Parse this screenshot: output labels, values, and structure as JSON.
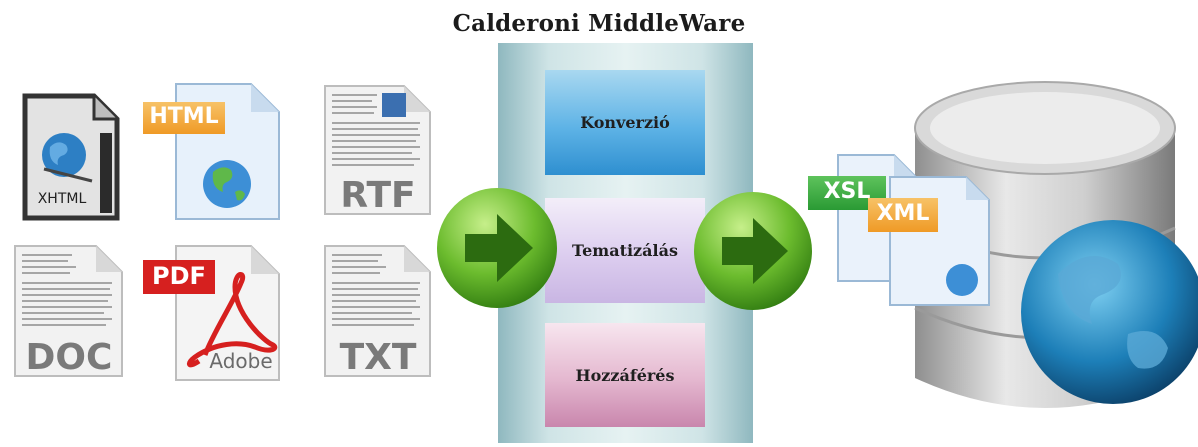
{
  "title": "Calderoni MiddleWare",
  "input_docs": [
    {
      "label": "XHTML",
      "icon": "xhtml-file-icon"
    },
    {
      "label": "HTML",
      "icon": "html-file-icon"
    },
    {
      "label": "RTF",
      "icon": "rtf-file-icon"
    },
    {
      "label": "DOC",
      "icon": "doc-file-icon"
    },
    {
      "label": "PDF",
      "icon": "pdf-file-icon",
      "sublabel": "Adobe"
    },
    {
      "label": "TXT",
      "icon": "txt-file-icon"
    }
  ],
  "middleware_steps": [
    "Konverzió",
    "Tematizálás",
    "Hozzáférés"
  ],
  "output_docs": [
    {
      "label": "XSL",
      "icon": "xsl-file-icon"
    },
    {
      "label": "XML",
      "icon": "xml-file-icon"
    }
  ],
  "colors": {
    "arrow_green": "#5fb32a",
    "html_tag": "#f2a23a",
    "pdf_tag": "#d6201f",
    "xsl_tag": "#2ea33a",
    "xml_tag": "#f2a23a",
    "box1": "#5eb3e6",
    "box2": "#dccdef",
    "box3": "#e4b7cf"
  }
}
